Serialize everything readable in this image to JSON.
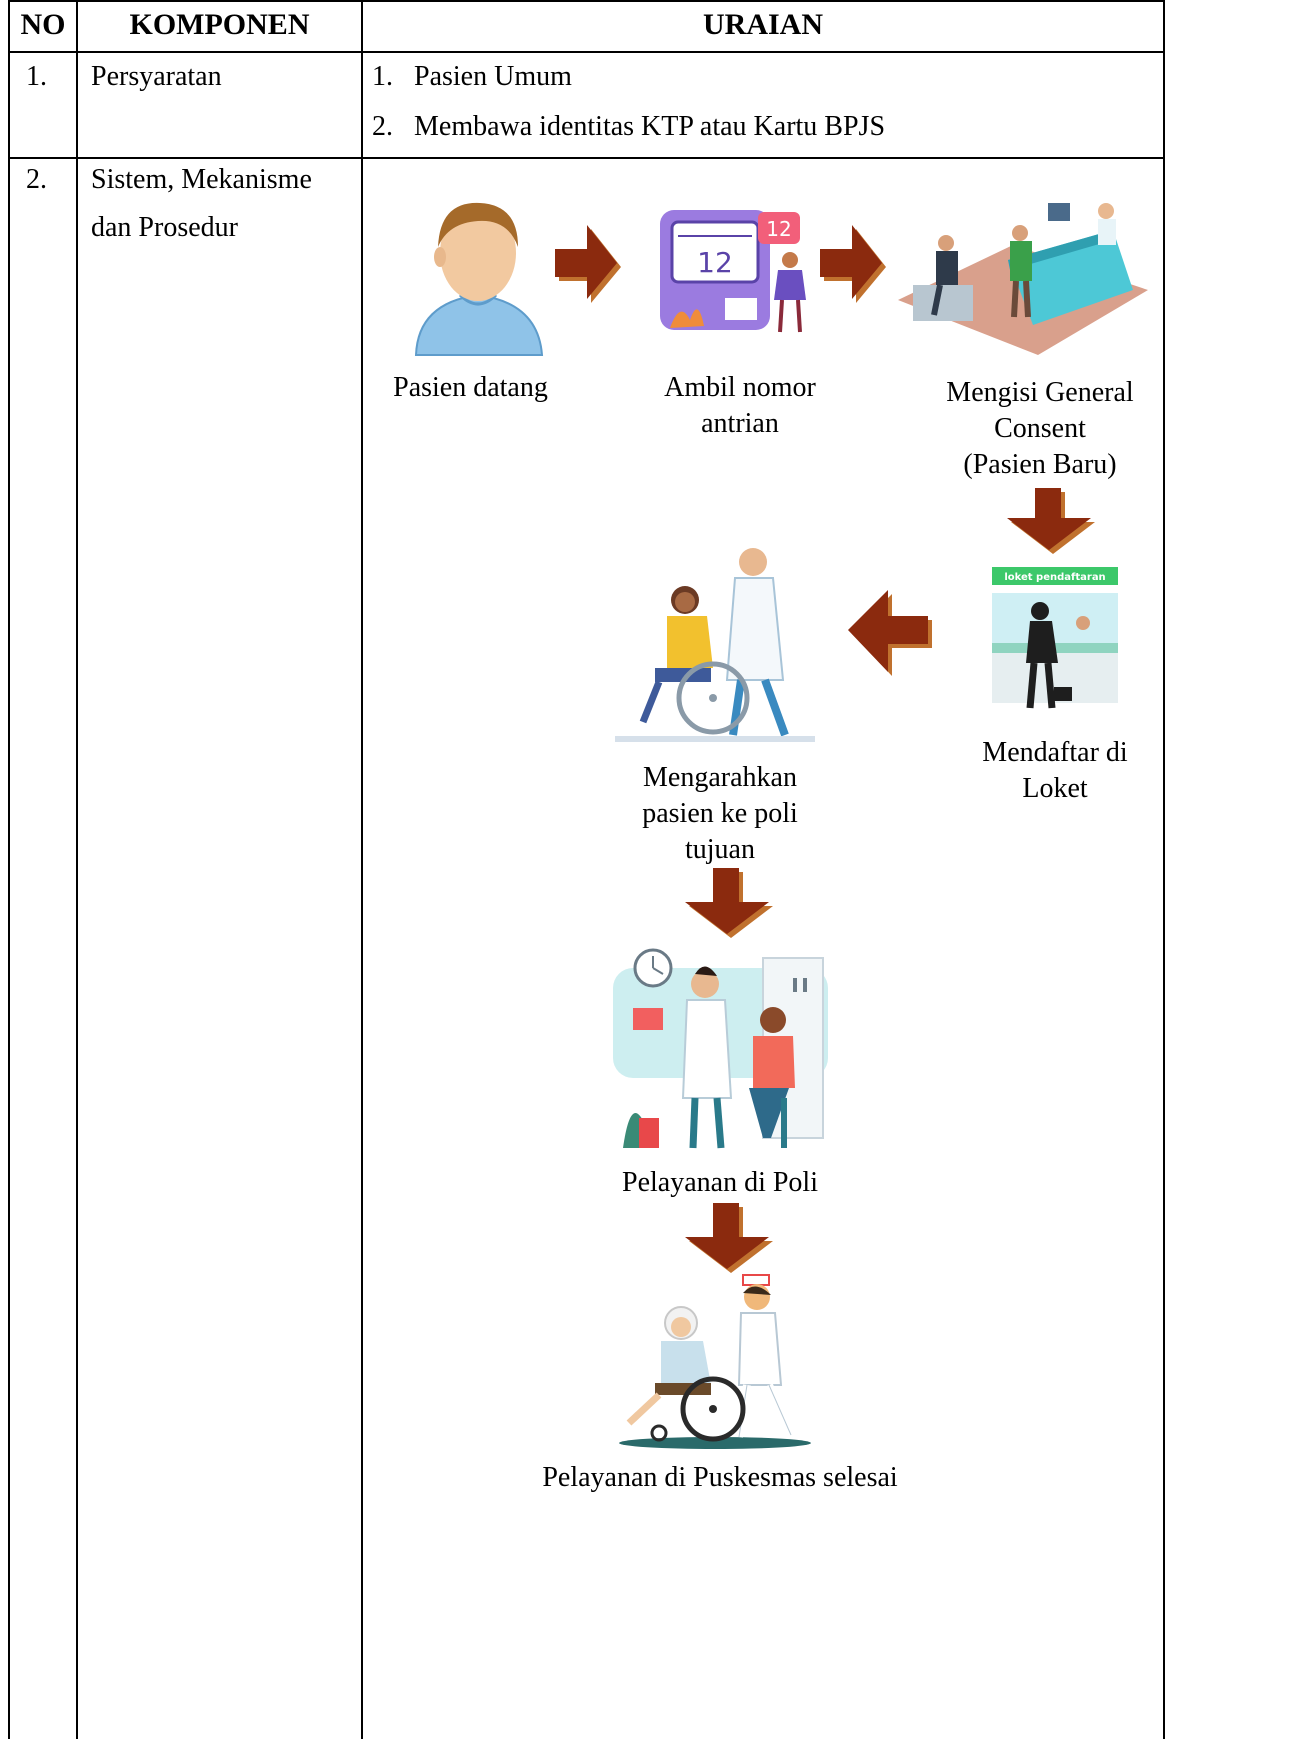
{
  "table": {
    "headers": {
      "no": "NO",
      "komponen": "KOMPONEN",
      "uraian": "URAIAN"
    },
    "rows": [
      {
        "no": "1.",
        "komponen": "Persyaratan",
        "items": [
          {
            "num": "1.",
            "text": "Pasien Umum"
          },
          {
            "num": "2.",
            "text": "Membawa identitas KTP atau Kartu BPJS"
          }
        ]
      },
      {
        "no": "2.",
        "komponen_line1": "Sistem, Mekanisme",
        "komponen_line2": "dan Prosedur"
      }
    ]
  },
  "flow": {
    "steps": [
      {
        "lines": [
          "Pasien datang"
        ],
        "icon": "patient-avatar-icon"
      },
      {
        "lines": [
          "Ambil nomor",
          "antrian"
        ],
        "icon": "queue-ticket-icon"
      },
      {
        "lines": [
          "Mengisi General",
          "Consent",
          "(Pasien Baru)"
        ],
        "icon": "reception-desk-icon"
      },
      {
        "lines": [
          "Mendaftar di",
          "Loket"
        ],
        "icon": "registration-counter-icon",
        "sign": "loket pendaftaran"
      },
      {
        "lines": [
          "Mengarahkan",
          "pasien ke poli",
          "tujuan"
        ],
        "icon": "wheelchair-escort-icon"
      },
      {
        "lines": [
          "Pelayanan di Poli"
        ],
        "icon": "doctor-examination-icon"
      },
      {
        "lines": [
          "Pelayanan di Puskesmas selesai"
        ],
        "icon": "nurse-wheelchair-icon"
      }
    ],
    "arrow_color": "#8b2a0e",
    "arrow_shadow": "#c0712e"
  }
}
